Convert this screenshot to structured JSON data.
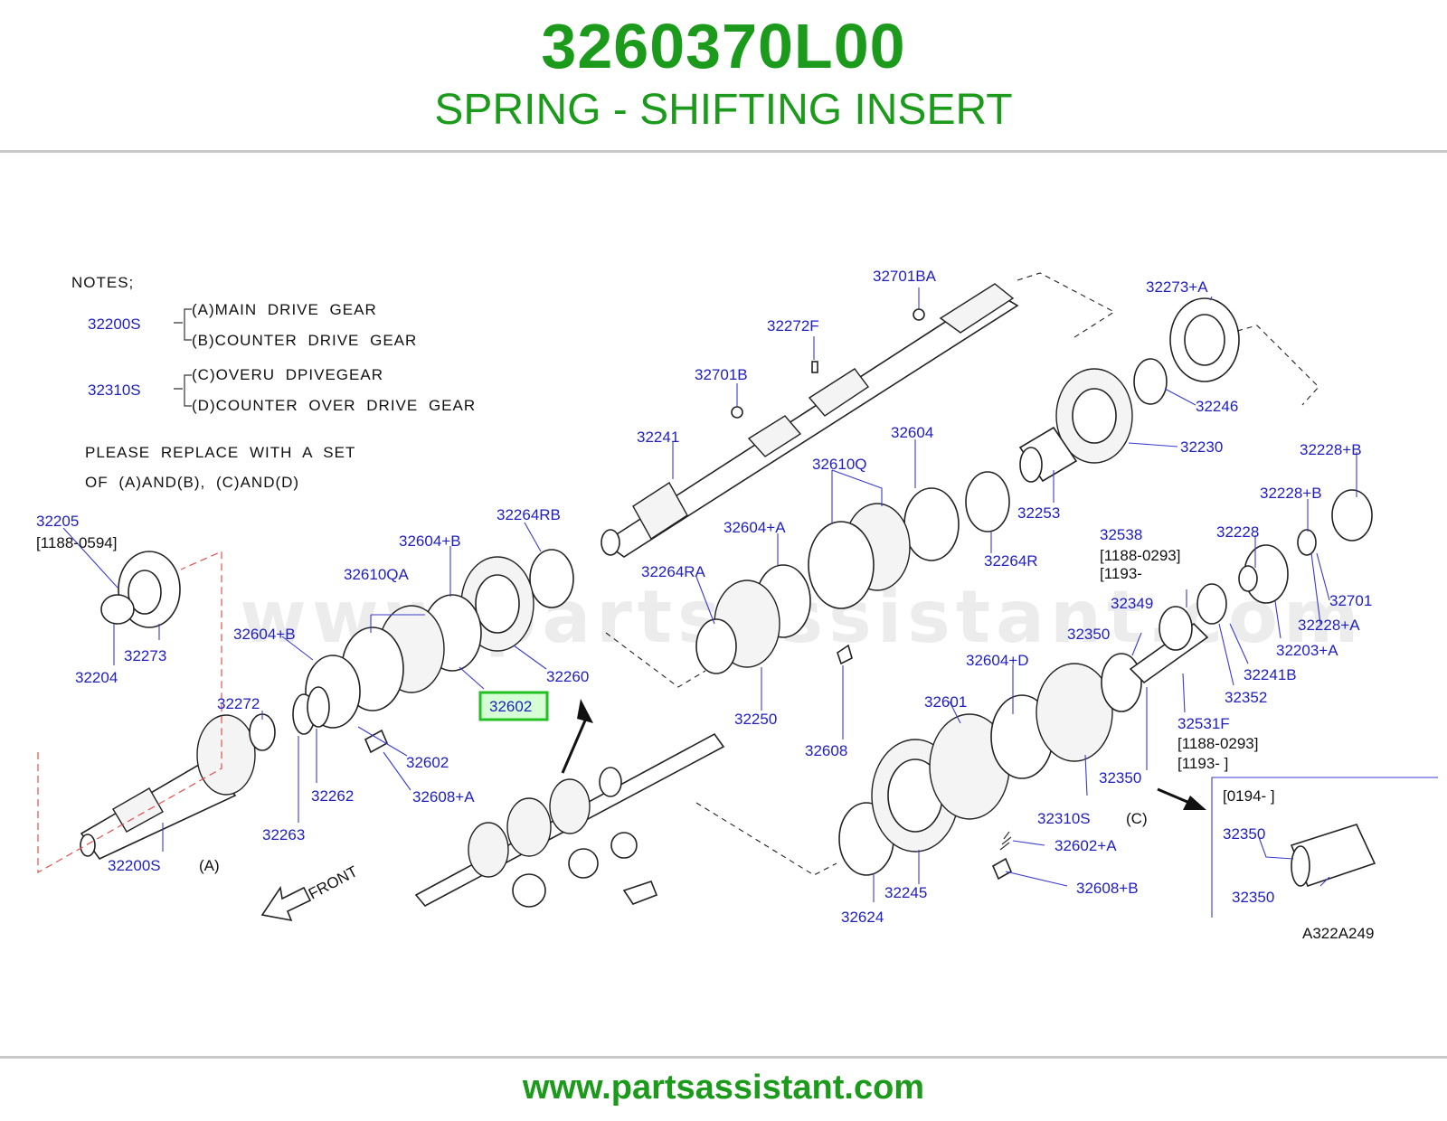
{
  "header": {
    "part_number": "3260370L00",
    "part_name": "SPRING - SHIFTING INSERT"
  },
  "footer": {
    "url": "www.partsassistant.com"
  },
  "watermark": "www.partsassistant.com",
  "notes": {
    "title": "NOTES;",
    "set_a_code": "32200S",
    "set_a_line1": "(A)MAIN  DRIVE  GEAR",
    "set_a_line2": "(B)COUNTER  DRIVE  GEAR",
    "set_c_code": "32310S",
    "set_c_line1": "(C)OVERU  DPIVEGEAR",
    "set_c_line2": "(D)COUNTER  OVER  DRIVE  GEAR",
    "replace_line1": "PLEASE  REPLACE  WITH  A  SET",
    "replace_line2": "OF  (A)AND(B),  (C)AND(D)"
  },
  "highlighted_part": "32602",
  "labels": {
    "l32701BA": "32701BA",
    "l32272F": "32272F",
    "l32701B": "32701B",
    "l32241": "32241",
    "l32273A": "32273+A",
    "l32246": "32246",
    "l32230": "32230",
    "l32253": "32253",
    "l32604": "32604",
    "l32610Q": "32610Q",
    "l32604A": "32604+A",
    "l32264R": "32264R",
    "l32264RA": "32264RA",
    "l32250": "32250",
    "l32608": "32608",
    "l32264RB": "32264RB",
    "l32604B_top": "32604+B",
    "l32610QA": "32610QA",
    "l32604B_left": "32604+B",
    "l32260": "32260",
    "l32602": "32602",
    "l32608A": "32608+A",
    "l32272": "32272",
    "l32262": "32262",
    "l32263": "32263",
    "l32200S": "32200S",
    "l32205": "32205",
    "l32273": "32273",
    "l32204": "32204",
    "l32228B_1": "32228+B",
    "l32228B_2": "32228+B",
    "l32228": "32228",
    "l32538": "32538",
    "l32349": "32349",
    "l32350_a": "32350",
    "l32701": "32701",
    "l32228A": "32228+A",
    "l32203A": "32203+A",
    "l32241B": "32241B",
    "l32352": "32352",
    "l32604D": "32604+D",
    "l32601": "32601",
    "l32531F": "32531F",
    "l32350_b": "32350",
    "l32310S": "32310S",
    "l32602A": "32602+A",
    "l32608B": "32608+B",
    "l32245": "32245",
    "l32624": "32624",
    "l32350_c": "32350",
    "l32350_d": "32350"
  },
  "date_ranges": {
    "d32205": "[1188-0594]",
    "d32538_1": "[1188-0293]",
    "d32538_2": "[1193-",
    "d32531F_1": "[1188-0293]",
    "d32531F_2": "[1193-                    ]",
    "inset": "[0194-                    ]"
  },
  "tags": {
    "a": "(A)",
    "c": "(C)",
    "front": "FRONT"
  },
  "diagram_code": "A322A249",
  "colors": {
    "brand_green": "#1b9a1b",
    "label_blue": "#2020c0",
    "highlight_green": "#22c022"
  }
}
